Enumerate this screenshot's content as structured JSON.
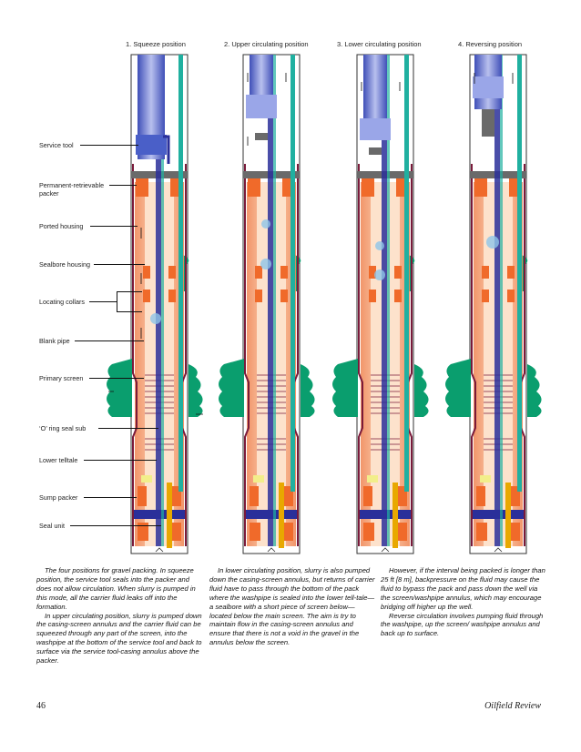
{
  "positions": [
    "1. Squeeze position",
    "2. Upper circulating position",
    "3. Lower circulating position",
    "4. Reversing position"
  ],
  "labels": {
    "service_tool": "Service tool",
    "packer_line1": "Permanent-retrievable",
    "packer_line2": "packer",
    "ported_housing": "Ported housing",
    "sealbore_housing": "Sealbore housing",
    "locating_collars": "Locating collars",
    "blank_pipe": "Blank pipe",
    "primary_screen": "Primary screen",
    "o_ring": "‘O’ ring seal sub",
    "lower_telltale": "Lower telltale",
    "sump_packer": "Sump packer",
    "seal_unit": "Seal unit"
  },
  "text": {
    "col1_p1": "The four positions for gravel packing. In squeeze position, the service tool seals into the packer and does not allow circulation. When slurry is pumped in this mode, all the carrier fluid leaks off into the formation.",
    "col1_p2": "In upper circulating position, slurry is pumped down the casing-screen annulus and the carrier fluid can be squeezed through any part of the screen, into the washpipe at the bottom of the service tool and back to surface via the service tool-casing annulus above the packer.",
    "col2_p1": "In lower circulating position, slurry is also pumped down the casing-screen annulus, but returns of carrier fluid have to pass through the bottom of the pack where the washpipe is sealed into the lower tell-tale—a sealbore with a short piece of screen below—located below the main screen. The aim is try to maintain flow in the casing-screen annulus and ensure that there is not a void in the gravel in the annulus below the screen.",
    "col3_p1": "However, if the interval being packed is longer than 25 ft [8 m], backpressure on the fluid may cause the fluid to bypass the pack and pass down the well via the screen/washpipe annulus, which may encourage bridging off higher up the well.",
    "col3_p2": "Reverse circulation involves pumping fluid through the washpipe, up the screen/ washpipe annulus and back up to surface."
  },
  "footer": {
    "page_number": "46",
    "journal": "Oilfield Review"
  },
  "colors": {
    "casing": "#7a1a3a",
    "gravel": "#f4a77a",
    "formation": "#0a9e6e",
    "service_tool": "#5a6fc8",
    "washpipe": "#2a2f9a",
    "packer": "#f06a2a",
    "gray": "#6a6a6a",
    "yellow": "#f2ee8a"
  }
}
